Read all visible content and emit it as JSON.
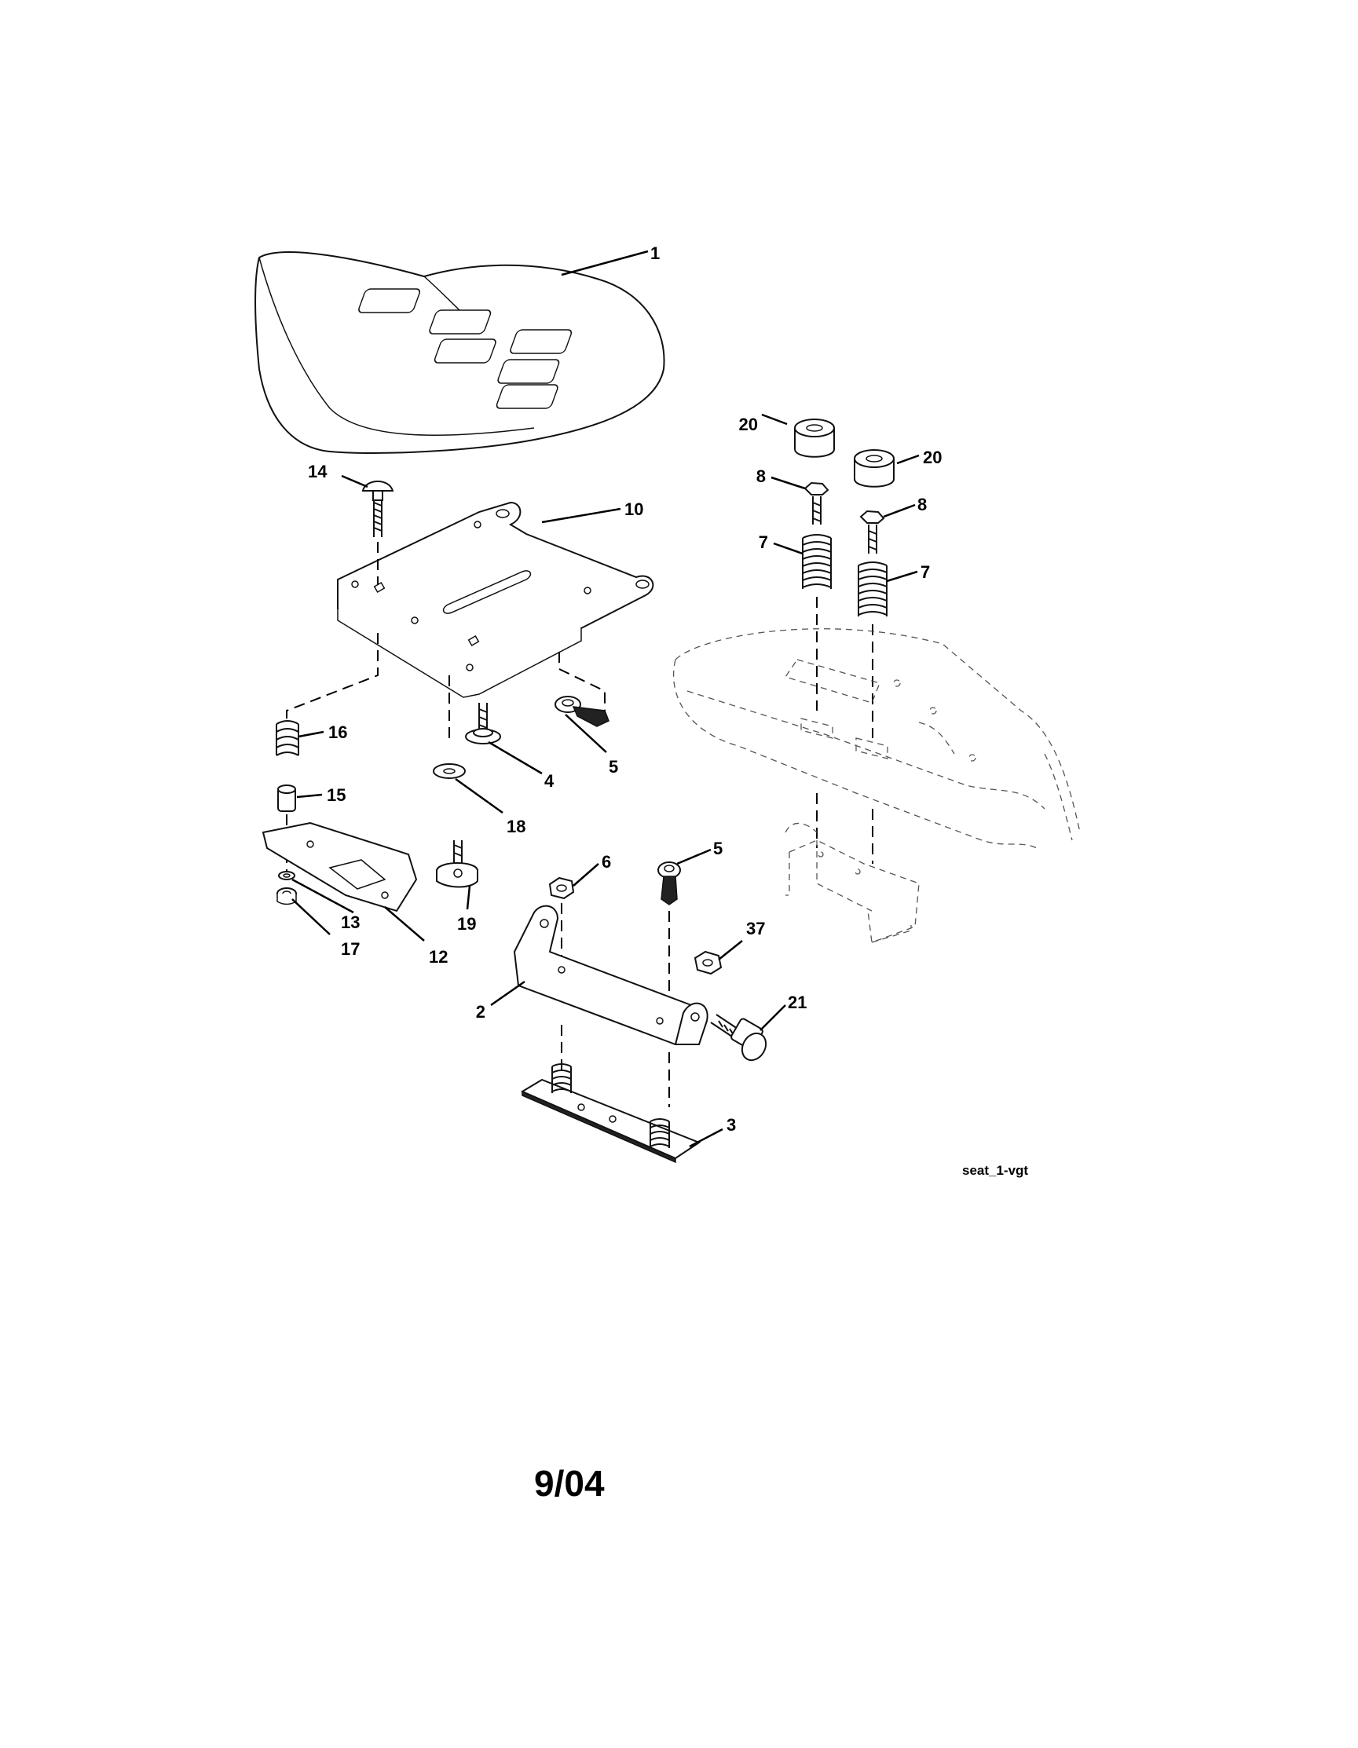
{
  "callouts": [
    {
      "id": "1",
      "text": "1"
    },
    {
      "id": "2",
      "text": "2"
    },
    {
      "id": "3",
      "text": "3"
    },
    {
      "id": "4",
      "text": "4"
    },
    {
      "id": "5a",
      "text": "5"
    },
    {
      "id": "5b",
      "text": "5"
    },
    {
      "id": "6",
      "text": "6"
    },
    {
      "id": "7a",
      "text": "7"
    },
    {
      "id": "7b",
      "text": "7"
    },
    {
      "id": "8a",
      "text": "8"
    },
    {
      "id": "8b",
      "text": "8"
    },
    {
      "id": "10",
      "text": "10"
    },
    {
      "id": "12",
      "text": "12"
    },
    {
      "id": "13",
      "text": "13"
    },
    {
      "id": "14",
      "text": "14"
    },
    {
      "id": "15",
      "text": "15"
    },
    {
      "id": "16",
      "text": "16"
    },
    {
      "id": "17",
      "text": "17"
    },
    {
      "id": "18",
      "text": "18"
    },
    {
      "id": "19",
      "text": "19"
    },
    {
      "id": "20a",
      "text": "20"
    },
    {
      "id": "20b",
      "text": "20"
    },
    {
      "id": "21",
      "text": "21"
    },
    {
      "id": "37",
      "text": "37"
    }
  ],
  "diagram_code": "seat_1-vgt",
  "date_code": "9/04",
  "colors": {
    "ink": "#000000",
    "paper": "#ffffff"
  }
}
